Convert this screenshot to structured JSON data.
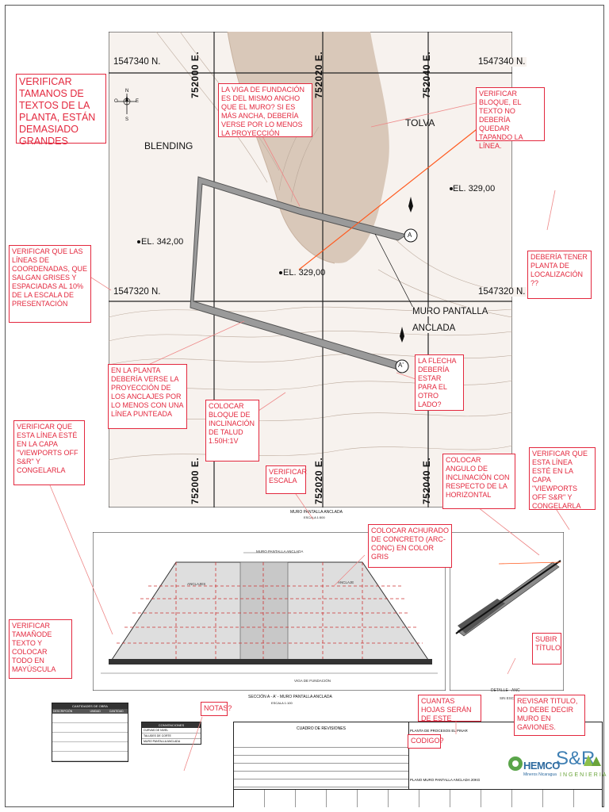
{
  "plan": {
    "coords_north": [
      "1547340 N.",
      "1547340 N.",
      "1547320 N.",
      "1547320 N."
    ],
    "coords_east": [
      "752000 E.",
      "752020 E.",
      "752040 E.",
      "752000 E.",
      "752020 E.",
      "752040 E."
    ],
    "areas": {
      "blending": "BLENDING",
      "tolva": "TOLVA"
    },
    "elevations": [
      "EL. 342,00",
      "EL. 329,00",
      "EL. 329,00"
    ],
    "section_marks": {
      "a": "A",
      "a_prime": "A'"
    },
    "wall_label": [
      "MURO PANTALLA",
      "ANCLADA"
    ],
    "compass": {
      "n": "N",
      "s": "S",
      "e": "E",
      "w": "O"
    },
    "caption": "MURO PANTALLA ANCLADA",
    "caption_scale": "ESCALA 1:500"
  },
  "notes": {
    "text_size": "VERIFICAR TAMANOS DE TEXTOS DE LA PLANTA, ESTÁN DEMASIADO GRANDES",
    "beam": "LA VIGA DE FUNDACIÓN ES DEL MISMO ANCHO QUE EL MURO? SI ES MÁS ANCHA, DEBERÍA VERSE POR LO MENOS LA PROYECCIÓN",
    "block": "VERIFICAR BLOQUE, EL TEXTO NO DEBERÍA QUEDAR TAPANDO LA LÍNEA.",
    "coord_lines": "VERIFICAR QUE LAS LÍNEAS DE COORDENADAS, QUE SALGAN GRISES Y ESPACIADAS AL 10% DE LA ESCALA DE PRESENTACIÓN",
    "location": "DEBERÍA TENER PLANTA DE LOCALIZACIÓN ??",
    "anchors": "EN LA PLANTA DEBERÍA VERSE LA PROYECCIÓN DE LOS ANCLAJES POR LO MENOS CON UNA LÍNEA PUNTEADA",
    "slope_block": "COLOCAR BLOQUE DE INCLINACIÓN DE TALUD 1.50H:1V",
    "arrow": "LA FLECHA DEBERÍA ESTAR PARA EL OTRO LADO?",
    "layer_left": "VERIFICAR QUE ESTA LÍNEA ESTÉ EN LA CAPA \"VIEWPORTS OFF S&R\" Y CONGELARLA",
    "scale": "VERIFICAR ESCALA",
    "angle": "COLOCAR ANGULO DE INCLINACIÓN CON RESPECTO DE LA HORIZONTAL",
    "layer_right": "VERIFICAR QUE ESTA LÍNEA ESTÉ EN LA CAPA \"VIEWPORTS OFF S&R\" Y CONGELARLA",
    "hatch": "COLOCAR ACHURADO DE CONCRETO (ARC-CONC) EN COLOR GRIS",
    "uppercase": "VERIFICAR TAMAÑODE TEXTO Y COLOCAR TODO EN MAYÚSCULA",
    "subtitle": "SUBIR TÍTULO",
    "notes_q": "NOTAS?",
    "sheets": "CUANTAS HOJAS SERÁN DE ESTE",
    "code": "CODIGO?",
    "title": "REVISAR TITULO, NO DEBE DECIR MURO EN GAVIONES."
  },
  "section": {
    "caption": "SECCIÓN A - A' - MURO PANTALLA ANCLADA",
    "caption_scale": "ESCALA 1:100",
    "labels": [
      "MURO PANTALLA ANCLADA",
      "VIGA DE FUNDACIÓN",
      "ANCLAJES",
      "ANCLAJE"
    ],
    "detail_caption": "DETALLE - ANC",
    "detail_scale": "SIN ESCALA"
  },
  "tables": {
    "quantities_title": "CANTIDADES DE OBRA",
    "quantities_headers": [
      "DESCRIPCIÓN",
      "UNIDAD",
      "CANTIDAD"
    ],
    "legend_title": "CONVENCIONES",
    "legend_items": [
      "CURVAS DE NIVEL",
      "TALUDES DE CORTE",
      "MURO PANTALLA ANCLADA"
    ],
    "revisions_title": "CUADRO DE REVISIONES"
  },
  "title_block": {
    "project": "PLANTA DE PROCESOS EL PINAR",
    "sheet_name": "PLANO MURO PANTALLA ANCLADA 20KG",
    "client": "HEMCO",
    "client_sub": "Mineros Nicaragua",
    "firm": "S&R",
    "firm_sub": "INGENIERIA"
  },
  "colors": {
    "note_red": "#e3283e",
    "terrain": "#d8c7b8",
    "plan_bg": "#f7f2ee",
    "green": "#57a64a",
    "blue": "#4a7fa8"
  }
}
